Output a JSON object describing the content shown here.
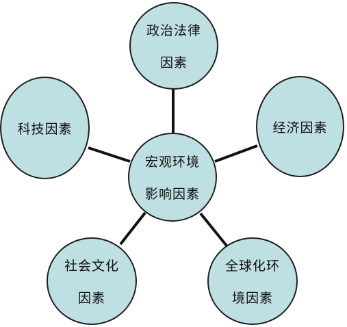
{
  "colors": {
    "node_fill": "#bfe0e3",
    "node_stroke": "#1e1e1e",
    "connector": "#111111"
  },
  "diagram": {
    "center": {
      "line1": "宏观环境",
      "line2": "影响因素"
    },
    "political": {
      "line1": "政治法律",
      "line2": "因素"
    },
    "economic": {
      "line1": "经济因素"
    },
    "technology": {
      "line1": "科技因素"
    },
    "social": {
      "line1": "社会文化",
      "line2": "因素"
    },
    "global": {
      "line1": "全球化环",
      "line2": "境因素"
    }
  }
}
